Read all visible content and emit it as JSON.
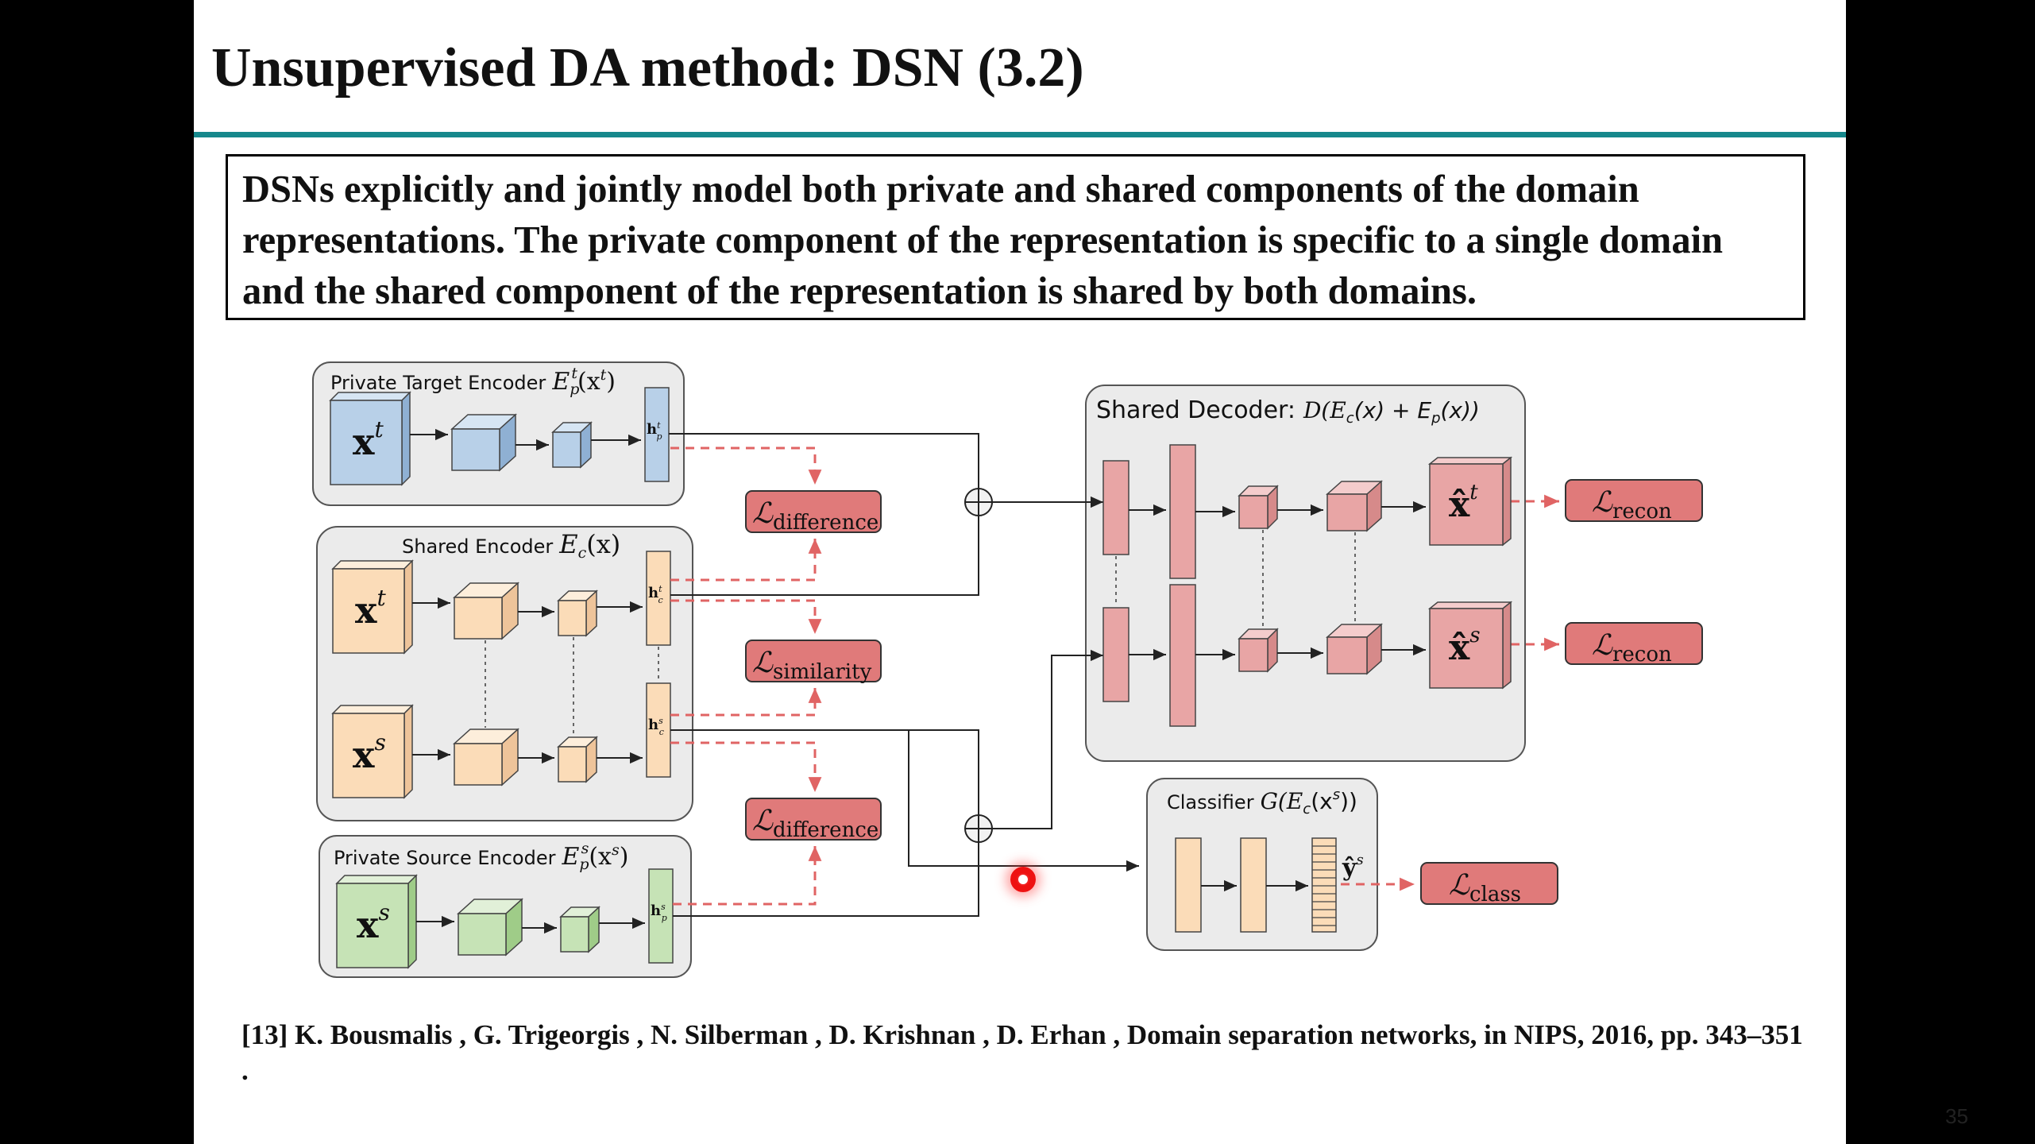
{
  "slide": {
    "title": "Unsupervised DA method: DSN (3.2)",
    "summary": "DSNs explicitly and jointly model both private and shared components of the domain representations. The private component of the representation is specific to a single domain and the shared component of the representation is shared by both domains.",
    "reference": "[13] K. Bousmalis , G. Trigeorgis , N. Silberman , D. Krishnan , D. Erhan , Domain separation networks, in NIPS, 2016, pp. 343–351 .",
    "page_number": "35"
  },
  "diagram": {
    "private_target": {
      "title": "Private Target Encoder",
      "input_sym": "x",
      "input_sup": "t",
      "fn_main": "E",
      "fn_sub": "p",
      "fn_sup": "t",
      "fn_arg": "(x",
      "fn_arg_sup": "t",
      "fn_close": ")",
      "code_main": "h",
      "code_sub": "p",
      "code_sup": "t"
    },
    "shared_encoder": {
      "title": "Shared Encoder",
      "fn_main": "E",
      "fn_sub": "c",
      "fn_arg": "(x)",
      "target_input_sym": "x",
      "target_input_sup": "t",
      "source_input_sym": "x",
      "source_input_sup": "s",
      "code_main": "h",
      "code_sub": "c",
      "target_code_sup": "t",
      "source_code_sup": "s"
    },
    "private_source": {
      "title": "Private Source Encoder",
      "input_sym": "x",
      "input_sup": "s",
      "fn_main": "E",
      "fn_sub": "p",
      "fn_sup": "s",
      "fn_arg": "(x",
      "fn_arg_sup": "s",
      "fn_close": ")",
      "code_main": "h",
      "code_sub": "p",
      "code_sup": "s"
    },
    "shared_decoder": {
      "title": "Shared Decoder:",
      "formula": "D(E",
      "formula_sub1": "c",
      "formula_mid": "(x) + E",
      "formula_sub2": "p",
      "formula_end": "(x))",
      "out_target_sym": "x̂",
      "out_target_sup": "t",
      "out_source_sym": "x̂",
      "out_source_sup": "s"
    },
    "classifier": {
      "title": "Classifier",
      "formula": "G(E",
      "formula_sub": "c",
      "formula_arg": "(x",
      "formula_arg_sup": "s",
      "formula_end": "))",
      "output_sym": "ŷ",
      "output_sup": "s"
    },
    "losses": {
      "symbol": "ℒ",
      "difference_top": "difference",
      "similarity": "similarity",
      "difference_bottom": "difference",
      "recon_target": "recon",
      "recon_source": "recon",
      "class": "class"
    },
    "colors": {
      "target": "#b8d0e8",
      "shared": "#fbdcb8",
      "source": "#c6e3b6",
      "decoder": "#e8a5a5",
      "loss_fill": "#e07a7a",
      "loss_arrow": "#e06464",
      "panel_fill": "#ebebeb"
    }
  },
  "overlay": {
    "cursor_icon": "record-cursor-icon"
  }
}
